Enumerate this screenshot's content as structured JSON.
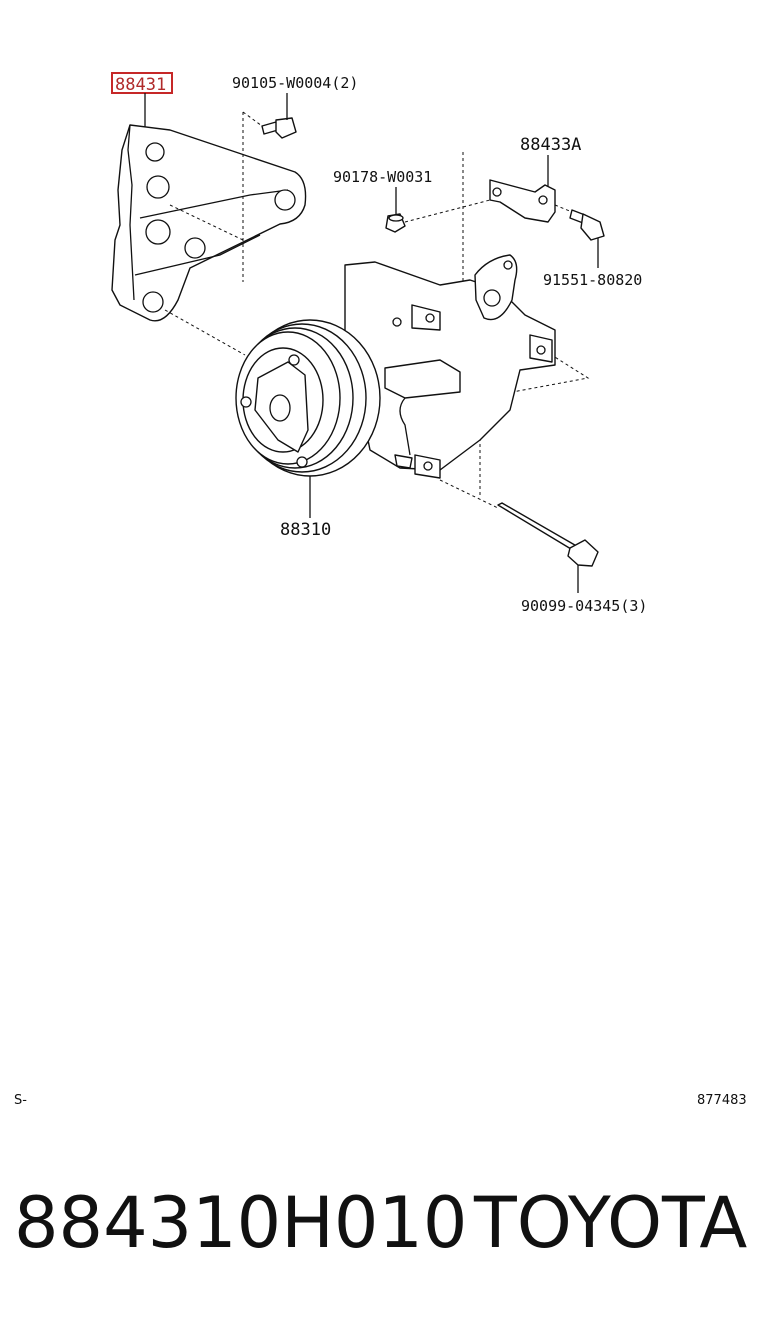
{
  "diagram": {
    "highlighted_part": "88431",
    "labels": {
      "bolt_top": "90105-W0004(2)",
      "bracket_small": "88433A",
      "nut": "90178-W0031",
      "bolt_right": "91551-80820",
      "compressor": "88310",
      "long_bolt": "90099-04345(3)"
    },
    "highlight_color": "#c62828"
  },
  "footer": {
    "left_code": "S-",
    "right_code": "877483",
    "part_number": "884310H010",
    "brand": "TOYOTA"
  }
}
